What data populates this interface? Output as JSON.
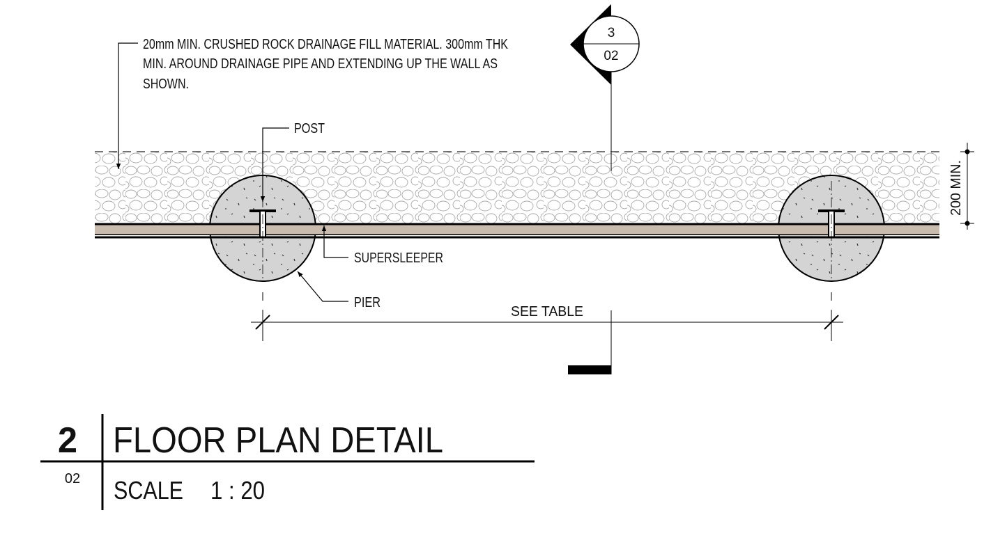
{
  "drawing": {
    "notes": {
      "drainage_fill": [
        "20mm MIN. CRUSHED ROCK DRAINAGE FILL MATERIAL. 300mm THK",
        "MIN. AROUND DRAINAGE PIPE AND EXTENDING UP THE WALL AS",
        "SHOWN."
      ],
      "post": "POST",
      "supersleeper": "SUPERSLEEPER",
      "pier": "PIER",
      "dimension": "SEE TABLE",
      "height_dimension": "200 MIN."
    },
    "section_marker": {
      "number": "3",
      "sheet": "02"
    },
    "colors": {
      "sleeper": "#c9bcaf",
      "pier": "#d4d4d4",
      "gravel_stroke": "#9a9a9a"
    }
  },
  "title_block": {
    "number": "2",
    "title": "FLOOR PLAN DETAIL",
    "sheet": "02",
    "scale_label": "SCALE",
    "scale_value": "1 : 20"
  }
}
